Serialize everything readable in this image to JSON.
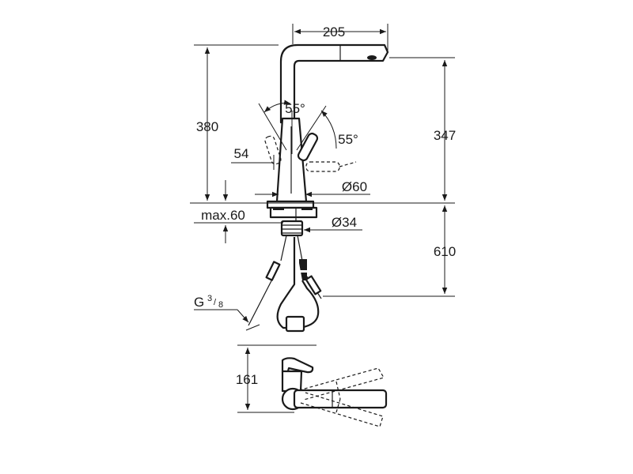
{
  "labels": {
    "width_205": "205",
    "height_380": "380",
    "height_347": "347",
    "angle_left": "55°",
    "angle_right": "55°",
    "offset_54": "54",
    "diameter_60": "Ø60",
    "diameter_34": "Ø34",
    "max_thickness": "max.60",
    "hose_610": "610",
    "thread_g": "G",
    "thread_num": "3",
    "thread_den": "8",
    "depth_161": "161"
  }
}
